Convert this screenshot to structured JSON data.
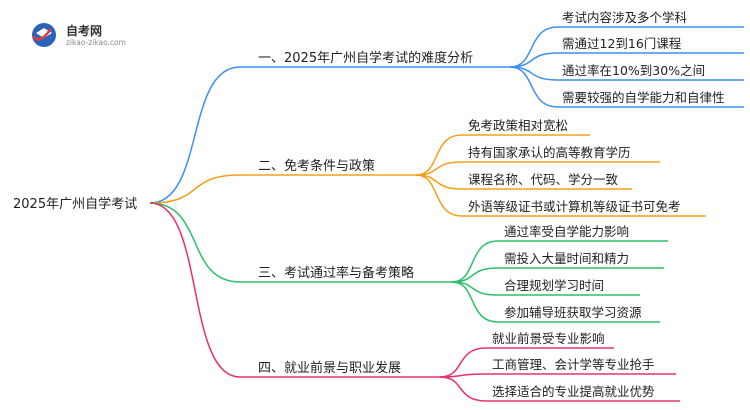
{
  "logo": {
    "title": "自考网",
    "subtitle": "zikao-zikao.com",
    "colors": {
      "primary": "#2a63b8",
      "accent": "#e23b3b"
    }
  },
  "root": {
    "label": "2025年广州自学考试"
  },
  "branches": [
    {
      "label": "一、2025年广州自学考试的难度分析",
      "color": "#3d8ef0",
      "leaves": [
        "考试内容涉及多个学科",
        "需通过12到16门课程",
        "通过率在10%到30%之间",
        "需要较强的自学能力和自律性"
      ]
    },
    {
      "label": "二、免考条件与政策",
      "color": "#f0a21c",
      "leaves": [
        "免考政策相对宽松",
        "持有国家承认的高等教育学历",
        "课程名称、代码、学分一致",
        "外语等级证书或计算机等级证书可免考"
      ]
    },
    {
      "label": "三、考试通过率与备考策略",
      "color": "#2bbf6a",
      "leaves": [
        "通过率受自学能力影响",
        "需投入大量时间和精力",
        "合理规划学习时间",
        "参加辅导班获取学习资源"
      ]
    },
    {
      "label": "四、就业前景与职业发展",
      "color": "#e8306e",
      "leaves": [
        "就业前景受专业影响",
        "工商管理、会计学等专业抢手",
        "选择适合的专业提高就业优势"
      ]
    }
  ]
}
